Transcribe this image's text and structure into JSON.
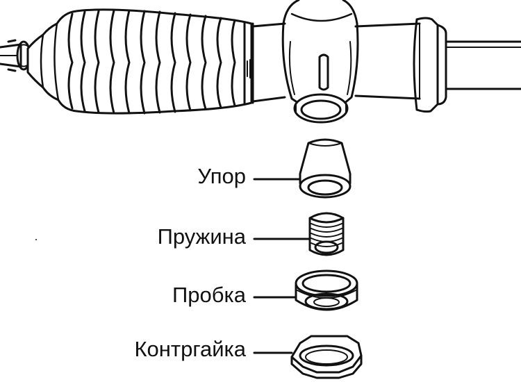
{
  "diagram": {
    "stroke_color": "#111111",
    "background_color": "#ffffff",
    "parts": [
      {
        "id": "upor",
        "label": "Упор"
      },
      {
        "id": "spring",
        "label": "Пружина"
      },
      {
        "id": "plug",
        "label": "Пробка"
      },
      {
        "id": "locknut",
        "label": "Контргайка"
      }
    ]
  }
}
